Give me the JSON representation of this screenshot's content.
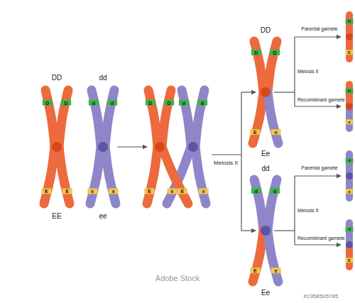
{
  "diagram": {
    "labels": [
      "DD",
      "EE",
      "dd",
      "ee",
      "D",
      "D",
      "E",
      "E",
      "d",
      "d",
      "e",
      "e",
      "D",
      "D",
      "E",
      "E",
      "d",
      "d",
      "e",
      "e",
      "Meiosis II",
      "D",
      "D",
      "E",
      "e",
      "DD",
      "Ee",
      "d",
      "d",
      "E",
      "e",
      "dd",
      "Ee",
      "Meiosis II",
      "Parental gamete",
      "Recombinant gamete",
      "D",
      "E",
      "D",
      "e",
      "Meiosis II",
      "Parental gamete",
      "Recombinant gamete",
      "d",
      "e",
      "d",
      "E",
      "Adobe Stock",
      "#1958505785"
    ]
  }
}
